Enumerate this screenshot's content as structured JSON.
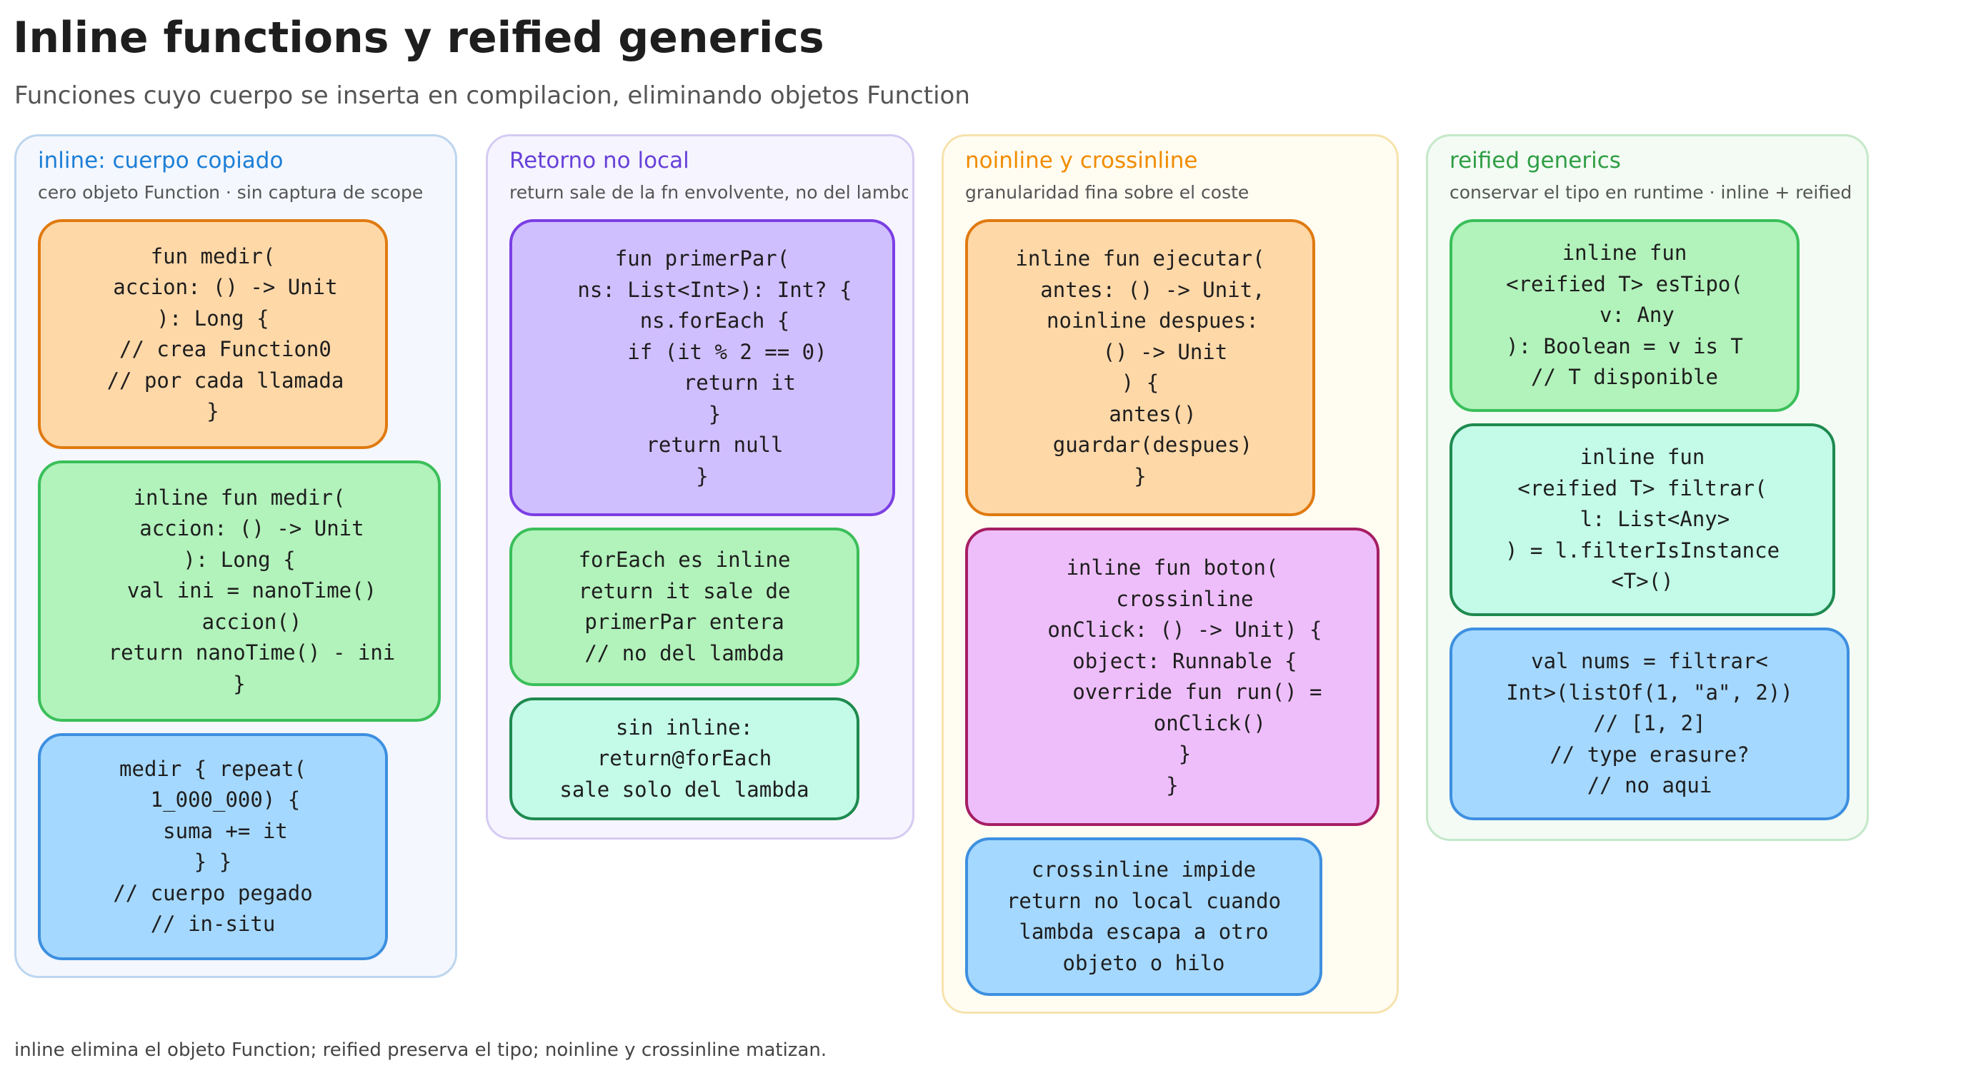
{
  "page": {
    "title": "Inline functions y reified generics",
    "subtitle": "Funciones cuyo cuerpo se inserta en compilacion, eliminando objetos Function",
    "footer": "inline elimina el objeto Function; reified preserva el tipo; noinline y crossinline matizan."
  },
  "columns": [
    {
      "title": "inline: cuerpo copiado",
      "subtitle": "cero objeto Function · sin captura de scope",
      "title_color": "#1c7ed6",
      "cards": [
        {
          "code": "fun medir(\n  accion: () -> Unit\n): Long {\n  // crea Function0\n  // por cada llamada\n}"
        },
        {
          "code": "inline fun medir(\n  accion: () -> Unit\n): Long {\n  val ini = nanoTime()\n  accion()\n  return nanoTime() - ini\n}"
        },
        {
          "code": "medir { repeat(\n  1_000_000) {\n  suma += it\n} }\n// cuerpo pegado\n// in-situ"
        }
      ]
    },
    {
      "title": "Retorno no local",
      "subtitle": "return sale de la fn envolvente, no del lambda",
      "title_color": "#6741d9",
      "cards": [
        {
          "code": "fun primerPar(\n  ns: List<Int>): Int? {\n  ns.forEach {\n    if (it % 2 == 0)\n      return it\n  }\n  return null\n}"
        },
        {
          "code": "forEach es inline\nreturn it sale de\nprimerPar entera\n// no del lambda"
        },
        {
          "code": "sin inline:\nreturn@forEach\nsale solo del lambda"
        }
      ]
    },
    {
      "title": "noinline y crossinline",
      "subtitle": "granularidad fina sobre el coste",
      "title_color": "#f08c00",
      "cards": [
        {
          "code": "inline fun ejecutar(\n  antes: () -> Unit,\n  noinline despues:\n    () -> Unit\n) {\n  antes()\n  guardar(despues)\n}"
        },
        {
          "code": "inline fun boton(\n  crossinline\n  onClick: () -> Unit) {\n  object: Runnable {\n    override fun run() =\n      onClick()\n  }\n}"
        },
        {
          "code": "crossinline impide\nreturn no local cuando\nlambda escapa a otro\nobjeto o hilo"
        }
      ]
    },
    {
      "title": "reified generics",
      "subtitle": "conservar el tipo en runtime · inline + reified",
      "title_color": "#2f9e44",
      "cards": [
        {
          "code": "inline fun\n<reified T> esTipo(\n  v: Any\n): Boolean = v is T\n// T disponible"
        },
        {
          "code": "inline fun\n<reified T> filtrar(\n  l: List<Any>\n) = l.filterIsInstance\n<T>()"
        },
        {
          "code": "val nums = filtrar<\nInt>(listOf(1, \"a\", 2))\n// [1, 2]\n// type erasure?\n// no aqui"
        }
      ]
    }
  ]
}
